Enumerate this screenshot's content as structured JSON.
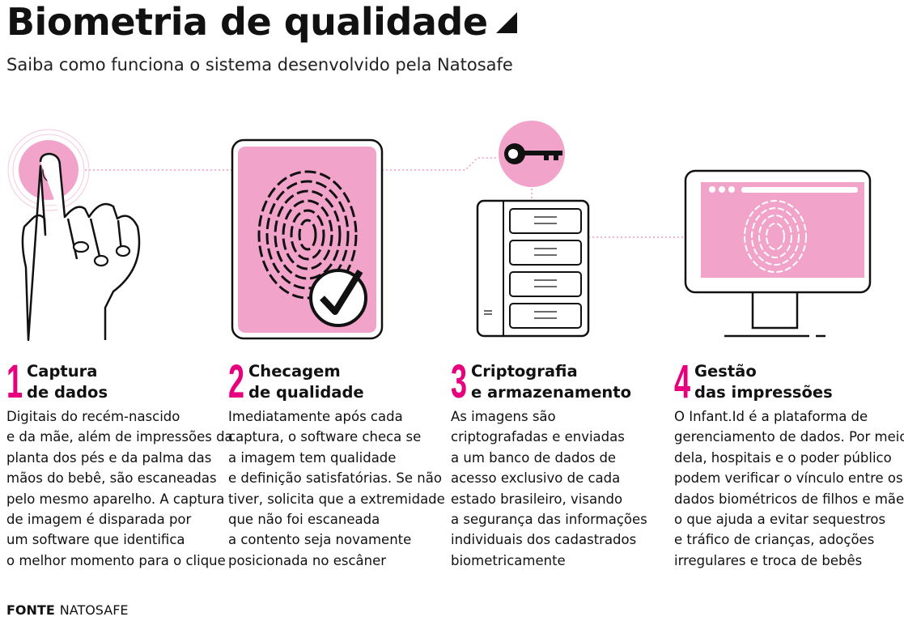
{
  "title": "Biometria de qualidade",
  "subtitle": "Saiba como funciona o sistema desenvolvido pela Natosafe",
  "colors": {
    "pink": "#f2a3c9",
    "magenta": "#e6007e",
    "ink": "#111111"
  },
  "steps": [
    {
      "number": "1",
      "heading1": "Captura",
      "heading2": "de dados",
      "icon": "hand-fingerprint-scan-icon",
      "lines": [
        "Digitais do recém-nascido",
        "e da mãe, além de impressões da",
        "planta dos pés e da palma das",
        "mãos do bebê, são escaneadas",
        "pelo mesmo aparelho. A captura",
        "de imagem é disparada por",
        "um software que identifica",
        "o melhor momento para o clique"
      ]
    },
    {
      "number": "2",
      "heading1": "Checagem",
      "heading2": "de qualidade",
      "icon": "fingerprint-check-icon",
      "lines": [
        "Imediatamente após cada",
        "captura, o software checa se",
        "a imagem tem qualidade",
        "e definição satisfatórias. Se não",
        "tiver, solicita que a extremidade",
        "que não foi escaneada",
        "a contento seja novamente",
        "posicionada no escâner"
      ]
    },
    {
      "number": "3",
      "heading1": "Criptografia",
      "heading2": "e armazenamento",
      "icon": "key-server-icon",
      "lines": [
        "As imagens são",
        "criptografadas e enviadas",
        "a um banco de dados de",
        "acesso exclusivo de cada",
        "estado brasileiro, visando",
        "a segurança das informações",
        "individuais dos cadastrados",
        "biometricamente"
      ]
    },
    {
      "number": "4",
      "heading1": "Gestão",
      "heading2": "das impressões",
      "icon": "monitor-fingerprint-icon",
      "lines": [
        "O Infant.Id é a plataforma de",
        "gerenciamento de dados. Por meio",
        "dela, hospitais e o poder público",
        "podem verificar o vínculo entre os",
        "dados biométricos de filhos e mães,",
        "o que ajuda a evitar sequestros",
        "e tráfico de crianças, adoções",
        "irregulares e troca de bebês"
      ]
    }
  ],
  "footer": {
    "label": "FONTE",
    "source": "NATOSAFE"
  }
}
